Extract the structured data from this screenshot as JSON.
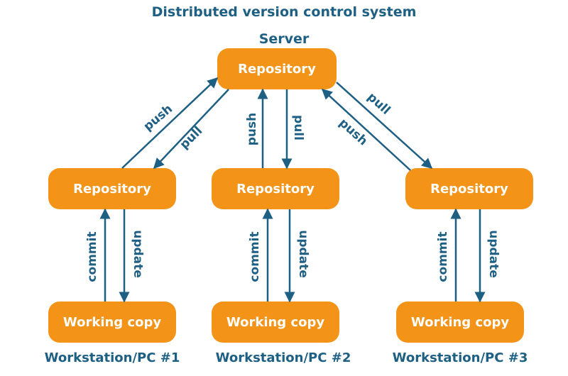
{
  "title": "Distributed version control system",
  "server_label": "Server",
  "server_repo_label": "Repository",
  "workstations": [
    {
      "repo_label": "Repository",
      "copy_label": "Working copy",
      "name": "Workstation/PC #1"
    },
    {
      "repo_label": "Repository",
      "copy_label": "Working copy",
      "name": "Workstation/PC #2"
    },
    {
      "repo_label": "Repository",
      "copy_label": "Working copy",
      "name": "Workstation/PC #3"
    }
  ],
  "arrow_labels": {
    "push": "push",
    "pull": "pull",
    "commit": "commit",
    "update": "update"
  },
  "colors": {
    "box": "#f39419",
    "text": "#1e5f84",
    "arrow": "#1e5f84"
  }
}
